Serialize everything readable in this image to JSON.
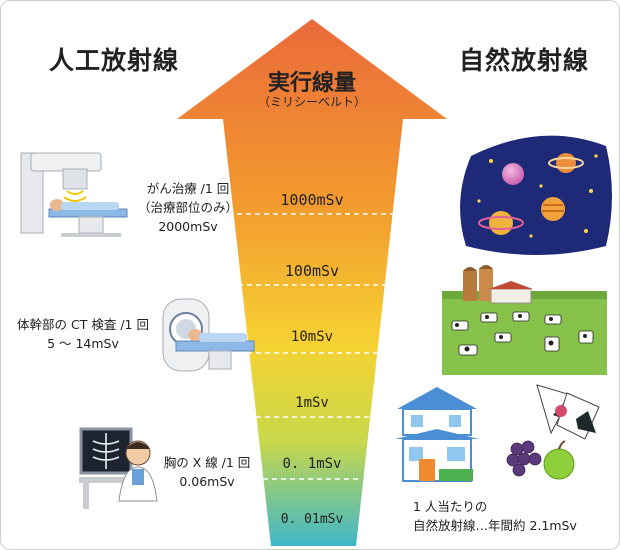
{
  "left_title": "人工放射線",
  "right_title": "自然放射線",
  "arrow_title": "実行線量",
  "arrow_subtitle": "（ミリシーベルト）",
  "scale_levels": [
    "1000mSv",
    "100mSv",
    "10mSv",
    "1mSv",
    "0. 1mSv",
    "0. 01mSv"
  ],
  "examples": {
    "cancer_treatment": {
      "line1": "がん治療 /1 回",
      "line2": "（治療部位のみ）",
      "dose": "2000mSv"
    },
    "ct_scan": {
      "line1": "体幹部の CT 検査 /1 回",
      "dose": "5 ～ 14mSv"
    },
    "chest_xray": {
      "line1": "胸の X 線 /1 回",
      "dose": "0.06mSv"
    }
  },
  "natural_note": {
    "line1": "1 人当たりの",
    "line2": "自然放射線…年間約 2.1mSv"
  },
  "colors": {
    "arrow_top": "#ea6a3a",
    "arrow_mid": "#f6d233",
    "arrow_bottom": "#3fb7c9"
  },
  "icons": [
    "linac-machine-icon",
    "ct-scanner-icon",
    "xray-doctor-icon",
    "space-planets-icon",
    "farm-cows-icon",
    "house-icon",
    "food-icon"
  ]
}
